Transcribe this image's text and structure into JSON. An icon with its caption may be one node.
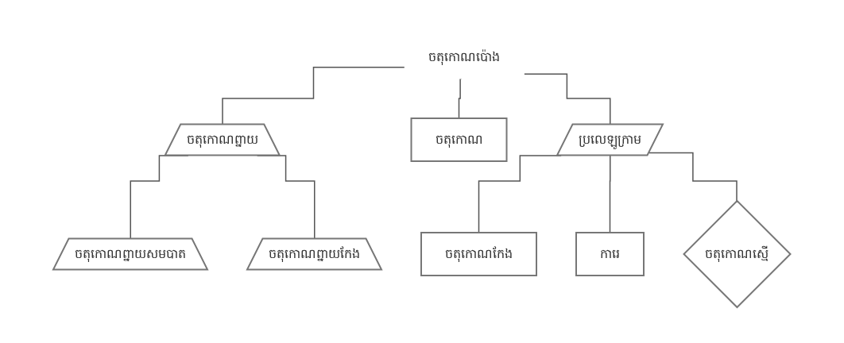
{
  "diagram": {
    "nodes": [
      {
        "text": [
          "ចតុកោណប៉ោង"
        ]
      },
      {
        "text": [
          "ចតុកោណព្នាយ"
        ]
      },
      {
        "text": [
          "ចតុកោណ"
        ]
      },
      {
        "text": [
          "ប្រលេឡូក្រាម"
        ]
      },
      {
        "text": [
          "ចតុកោណព្នាយសមបាត"
        ]
      },
      {
        "text": [
          "ចតុកោណព្នាយកែង"
        ]
      },
      {
        "text": [
          "ចតុកោណកែង"
        ]
      },
      {
        "text": [
          "ការេ"
        ]
      },
      {
        "text": [
          "ចតុកោណស្មើ"
        ]
      }
    ],
    "edges": [
      {
        "from": 0,
        "to": 1,
        "arrow": "none"
      },
      {
        "from": 0,
        "to": 2,
        "arrow": "none"
      },
      {
        "from": 0,
        "to": 3,
        "arrow": "none"
      },
      {
        "from": 1,
        "to": 4,
        "arrow": "none"
      },
      {
        "from": 1,
        "to": 5,
        "arrow": "none"
      },
      {
        "from": 3,
        "to": 6,
        "arrow": "none"
      },
      {
        "from": 3,
        "to": 7,
        "arrow": "none"
      },
      {
        "from": 3,
        "to": 8,
        "arrow": "none"
      }
    ]
  }
}
